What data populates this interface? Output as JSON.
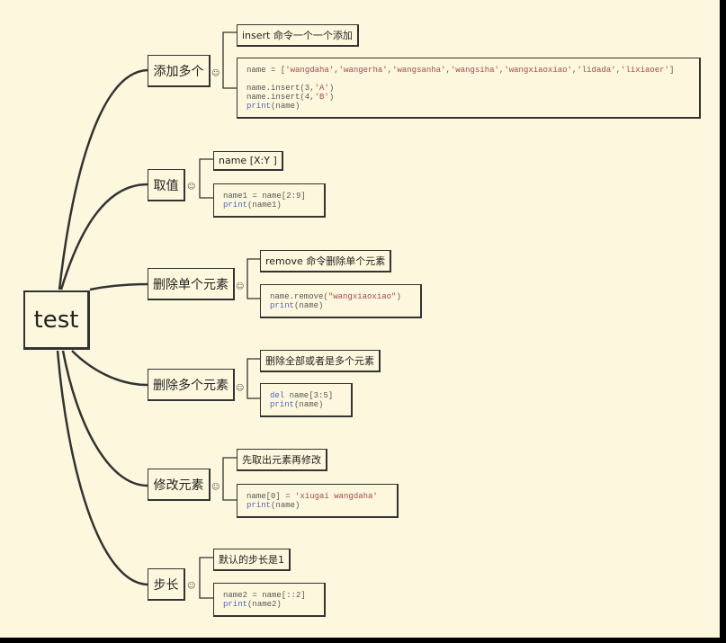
{
  "root": {
    "label": "test"
  },
  "topics": [
    {
      "label": "添加多个",
      "note": "insert 命令一个一个添加",
      "code": [
        "name = ['wangdaha','wangerha','wangsanha','wangsiha','wangxiaoxiao','lidada','lixiaoer']",
        "",
        "name.insert(3,'A')",
        "name.insert(4,'B')",
        "print(name)"
      ]
    },
    {
      "label": "取值",
      "note": "name [X:Y ]",
      "code": [
        "name1 = name[2:9]",
        "print(name1)"
      ]
    },
    {
      "label": "删除单个元素",
      "note": "remove 命令删除单个元素",
      "code": [
        "name.remove(\"wangxiaoxiao\")",
        "print(name)"
      ]
    },
    {
      "label": "删除多个元素",
      "note": "删除全部或者是多个元素",
      "code": [
        "del name[3:5]",
        "print(name)"
      ]
    },
    {
      "label": "修改元素",
      "note": "先取出元素再修改",
      "code": [
        "name[0] = 'xiugai wangdaha'",
        "print(name)"
      ]
    },
    {
      "label": "步长",
      "note": "默认的步长是1",
      "code": [
        "name2 = name[::2]",
        "print(name2)"
      ]
    }
  ],
  "colors": {
    "background": "#fdf8dd",
    "line": "#333333",
    "keyword": "#4a62c9",
    "string": "#a34a4a",
    "code_text": "#555555"
  },
  "icons": {
    "topic_marker": "smiley-icon"
  }
}
